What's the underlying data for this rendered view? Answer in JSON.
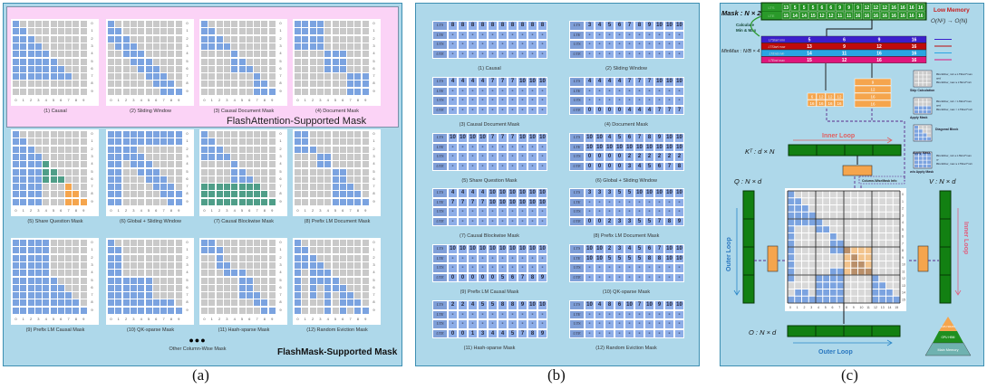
{
  "colors": {
    "blue": "#7ba3e0",
    "gray": "#c9c9c9",
    "teal": "#4f9e88",
    "orange": "#f5a54d",
    "panel": "#aed8ea",
    "pink": "#fbd3f6"
  },
  "panel_a": {
    "label": "(a)",
    "flashattention_title": "FlashAttention-Supported Mask",
    "flashmask_title": "FlashMask-Supported Mask",
    "other_label": "Other Column-Wise Mask",
    "dots": "●●●",
    "axis": [
      "0",
      "1",
      "2",
      "3",
      "4",
      "5",
      "6",
      "7",
      "8",
      "9"
    ],
    "masks": [
      {
        "caption": "(1) Causal",
        "causal": true,
        "highlight": []
      },
      {
        "caption": "(2) Sliding Window",
        "causal": true,
        "highlight": []
      },
      {
        "caption": "(3) Causal Document Mask",
        "causal": true,
        "highlight": []
      },
      {
        "caption": "(4) Document Mask",
        "causal": false,
        "highlight": []
      },
      {
        "caption": "(5) Share Question Mask",
        "causal": true,
        "highlight": [
          {
            "cols": [
              4,
              6
            ],
            "color": "teal"
          },
          {
            "cols": [
              7,
              9
            ],
            "color": "orange"
          }
        ]
      },
      {
        "caption": "(6) Global + Sliding Window",
        "causal": false,
        "highlight": []
      },
      {
        "caption": "(7) Causal  Blockwise Mask",
        "causal": true,
        "highlight": [
          {
            "rows": [
              7,
              9
            ],
            "color": "teal"
          }
        ]
      },
      {
        "caption": "(8) Prefix LM Document Mask",
        "causal": false,
        "highlight": []
      },
      {
        "caption": "(9) Prefix LM Causal Mask",
        "causal": false,
        "highlight": []
      },
      {
        "caption": "(10) QK-sparse Mask",
        "causal": true,
        "highlight": []
      },
      {
        "caption": "(11) Hash-sparse Mask",
        "causal": false,
        "highlight": []
      },
      {
        "caption": "(12) Random Eviction Mask",
        "causal": true,
        "highlight": []
      }
    ]
  },
  "panel_b": {
    "label": "(b)",
    "row_labels": [
      "LTS",
      "LTE",
      "UTS",
      "UTE"
    ],
    "tables": [
      {
        "caption": "(1) Causal",
        "rows": [
          [
            "8",
            "8",
            "8",
            "8",
            "8",
            "8",
            "8",
            "8",
            "8",
            "8"
          ],
          [
            "-",
            "-",
            "-",
            "-",
            "-",
            "-",
            "-",
            "-",
            "-",
            "-"
          ],
          [
            "-",
            "-",
            "-",
            "-",
            "-",
            "-",
            "-",
            "-",
            "-",
            "-"
          ],
          [
            "-",
            "-",
            "-",
            "-",
            "-",
            "-",
            "-",
            "-",
            "-",
            "-"
          ]
        ]
      },
      {
        "caption": "(2) Sliding Window",
        "rows": [
          [
            "3",
            "4",
            "5",
            "6",
            "7",
            "8",
            "9",
            "10",
            "10",
            "10"
          ],
          [
            "-",
            "-",
            "-",
            "-",
            "-",
            "-",
            "-",
            "-",
            "-",
            "-"
          ],
          [
            "-",
            "-",
            "-",
            "-",
            "-",
            "-",
            "-",
            "-",
            "-",
            "-"
          ],
          [
            "-",
            "-",
            "-",
            "-",
            "-",
            "-",
            "-",
            "-",
            "-",
            "-"
          ]
        ]
      },
      {
        "caption": "(3) Causal Document Mask",
        "rows": [
          [
            "4",
            "4",
            "4",
            "4",
            "7",
            "7",
            "7",
            "10",
            "10",
            "10"
          ],
          [
            "-",
            "-",
            "-",
            "-",
            "-",
            "-",
            "-",
            "-",
            "-",
            "-"
          ],
          [
            "-",
            "-",
            "-",
            "-",
            "-",
            "-",
            "-",
            "-",
            "-",
            "-"
          ],
          [
            "-",
            "-",
            "-",
            "-",
            "-",
            "-",
            "-",
            "-",
            "-",
            "-"
          ]
        ]
      },
      {
        "caption": "(4) Document Mask",
        "rows": [
          [
            "4",
            "4",
            "4",
            "4",
            "7",
            "7",
            "7",
            "10",
            "10",
            "10"
          ],
          [
            "-",
            "-",
            "-",
            "-",
            "-",
            "-",
            "-",
            "-",
            "-",
            "-"
          ],
          [
            "-",
            "-",
            "-",
            "-",
            "-",
            "-",
            "-",
            "-",
            "-",
            "-"
          ],
          [
            "0",
            "0",
            "0",
            "0",
            "4",
            "4",
            "4",
            "7",
            "7",
            "7"
          ]
        ]
      },
      {
        "caption": "(5) Share Question Mask",
        "rows": [
          [
            "10",
            "10",
            "10",
            "10",
            "7",
            "7",
            "7",
            "10",
            "10",
            "10"
          ],
          [
            "-",
            "-",
            "-",
            "-",
            "-",
            "-",
            "-",
            "-",
            "-",
            "-"
          ],
          [
            "-",
            "-",
            "-",
            "-",
            "-",
            "-",
            "-",
            "-",
            "-",
            "-"
          ],
          [
            "-",
            "-",
            "-",
            "-",
            "-",
            "-",
            "-",
            "-",
            "-",
            "-"
          ]
        ]
      },
      {
        "caption": "(6) Global + Sliding Window",
        "rows": [
          [
            "10",
            "10",
            "4",
            "5",
            "6",
            "7",
            "8",
            "9",
            "10",
            "10"
          ],
          [
            "10",
            "10",
            "10",
            "10",
            "10",
            "10",
            "10",
            "10",
            "10",
            "10"
          ],
          [
            "0",
            "0",
            "0",
            "0",
            "2",
            "2",
            "2",
            "2",
            "2",
            "2"
          ],
          [
            "0",
            "0",
            "0",
            "0",
            "3",
            "4",
            "5",
            "6",
            "7",
            "8"
          ]
        ]
      },
      {
        "caption": "(7) Causal Blockwise Mask",
        "rows": [
          [
            "4",
            "4",
            "4",
            "4",
            "10",
            "10",
            "10",
            "10",
            "10",
            "10"
          ],
          [
            "7",
            "7",
            "7",
            "7",
            "10",
            "10",
            "10",
            "10",
            "10",
            "10"
          ],
          [
            "-",
            "-",
            "-",
            "-",
            "-",
            "-",
            "-",
            "-",
            "-",
            "-"
          ],
          [
            "-",
            "-",
            "-",
            "-",
            "-",
            "-",
            "-",
            "-",
            "-",
            "-"
          ]
        ]
      },
      {
        "caption": "(8) Prefix LM Document Mask",
        "rows": [
          [
            "3",
            "3",
            "3",
            "5",
            "5",
            "10",
            "10",
            "10",
            "10",
            "10"
          ],
          [
            "-",
            "-",
            "-",
            "-",
            "-",
            "-",
            "-",
            "-",
            "-",
            "-"
          ],
          [
            "-",
            "-",
            "-",
            "-",
            "-",
            "-",
            "-",
            "-",
            "-",
            "-"
          ],
          [
            "0",
            "0",
            "2",
            "3",
            "3",
            "5",
            "5",
            "7",
            "8",
            "9"
          ]
        ]
      },
      {
        "caption": "(9) Prefix LM Causal Mask",
        "rows": [
          [
            "10",
            "10",
            "10",
            "10",
            "10",
            "10",
            "10",
            "10",
            "10",
            "10"
          ],
          [
            "-",
            "-",
            "-",
            "-",
            "-",
            "-",
            "-",
            "-",
            "-",
            "-"
          ],
          [
            "-",
            "-",
            "-",
            "-",
            "-",
            "-",
            "-",
            "-",
            "-",
            "-"
          ],
          [
            "0",
            "0",
            "0",
            "0",
            "0",
            "5",
            "6",
            "7",
            "8",
            "9"
          ]
        ]
      },
      {
        "caption": "(10) QK-sparse Mask",
        "rows": [
          [
            "10",
            "10",
            "2",
            "3",
            "4",
            "5",
            "6",
            "7",
            "10",
            "10"
          ],
          [
            "10",
            "10",
            "5",
            "5",
            "5",
            "5",
            "8",
            "8",
            "10",
            "10"
          ],
          [
            "-",
            "-",
            "-",
            "-",
            "-",
            "-",
            "-",
            "-",
            "-",
            "-"
          ],
          [
            "-",
            "-",
            "-",
            "-",
            "-",
            "-",
            "-",
            "-",
            "-",
            "-"
          ]
        ]
      },
      {
        "caption": "(11) Hash-sparse Mask",
        "rows": [
          [
            "2",
            "2",
            "4",
            "5",
            "5",
            "8",
            "8",
            "9",
            "10",
            "10"
          ],
          [
            "-",
            "-",
            "-",
            "-",
            "-",
            "-",
            "-",
            "-",
            "-",
            "-"
          ],
          [
            "-",
            "-",
            "-",
            "-",
            "-",
            "-",
            "-",
            "-",
            "-",
            "-"
          ],
          [
            "0",
            "0",
            "1",
            "3",
            "4",
            "4",
            "5",
            "7",
            "8",
            "9"
          ]
        ]
      },
      {
        "caption": "(12) Random Eviction Mask",
        "rows": [
          [
            "10",
            "4",
            "8",
            "6",
            "10",
            "7",
            "10",
            "9",
            "10",
            "10"
          ],
          [
            "-",
            "-",
            "-",
            "-",
            "-",
            "-",
            "-",
            "-",
            "-",
            "-"
          ],
          [
            "-",
            "-",
            "-",
            "-",
            "-",
            "-",
            "-",
            "-",
            "-",
            "-"
          ],
          [
            "-",
            "-",
            "-",
            "-",
            "-",
            "-",
            "-",
            "-",
            "-",
            "-"
          ]
        ]
      }
    ]
  },
  "panel_c": {
    "label": "(c)",
    "mask_label": "Mask : N × 2",
    "mask_row_labels": [
      "LTS",
      "LTE"
    ],
    "mask_rows": [
      [
        "13",
        "5",
        "5",
        "5",
        "6",
        "6",
        "9",
        "9",
        "9",
        "12",
        "12",
        "12",
        "16",
        "16",
        "16",
        "16"
      ],
      [
        "15",
        "14",
        "14",
        "15",
        "12",
        "12",
        "11",
        "11",
        "16",
        "16",
        "16",
        "16",
        "16",
        "16",
        "16",
        "16"
      ]
    ],
    "low_memory": "Low Memory",
    "complexity": "O(N²) → O(N)",
    "calc_label": [
      "Calculate",
      "Min & Max"
    ],
    "minmax_label": "MinMax : N/B × 4",
    "minmax_row_labels": [
      "LTStart min",
      "LTStart max",
      "LTEnd min",
      "LTEnd max"
    ],
    "minmax_rows": [
      [
        "5",
        "6",
        "9",
        "16"
      ],
      [
        "13",
        "9",
        "12",
        "16"
      ],
      [
        "14",
        "11",
        "16",
        "16"
      ],
      [
        "15",
        "12",
        "16",
        "16"
      ]
    ],
    "minmax_colors": [
      "#3b1fcc",
      "#bf0a0a",
      "#2aa4e2",
      "#e0157c"
    ],
    "kblock_rows": [
      [
        "6",
        "12",
        "12",
        "12"
      ],
      [
        "16",
        "16",
        "16",
        "16"
      ]
    ],
    "kcol_values": [
      "9",
      "12",
      "16",
      "16"
    ],
    "legend": [
      {
        "name": "Skip Calculation",
        "cond": [
          "BlockRow_min ≥ LTStart^max",
          "and",
          "BlockRow_max ≤ LTEnd^min"
        ]
      },
      {
        "name": "Apply Mask",
        "cond": [
          "BlockRow_min < LTEnd^max",
          "and",
          "BlockRow_max > LTStart^min"
        ]
      },
      {
        "name": "Diagonal Block",
        "cond": [
          "",
          "",
          ""
        ]
      },
      {
        "name": "w/o Apply Mask",
        "cond": [
          "BlockRow_min ≥ LTEnd^max",
          "or",
          "BlockRow_max ≤ LTStart^min"
        ]
      }
    ],
    "diag_sub": "Apply Mask",
    "inner_loop": "Inner Loop",
    "outer_loop": "Outer Loop",
    "kt_label": "Kᵀ : d × N",
    "q_label": "Q : N × d",
    "v_label": "V : N × d",
    "o_label": "O : N × d",
    "colmask_info": "Column-WiseMask Info",
    "axis": [
      "0",
      "1",
      "2",
      "3",
      "4",
      "5",
      "6",
      "7",
      "8",
      "9",
      "10",
      "11",
      "12",
      "13",
      "14",
      "15"
    ],
    "pyramid": [
      "GPU SRAM",
      "GPU HBM",
      "Main Memory"
    ]
  }
}
